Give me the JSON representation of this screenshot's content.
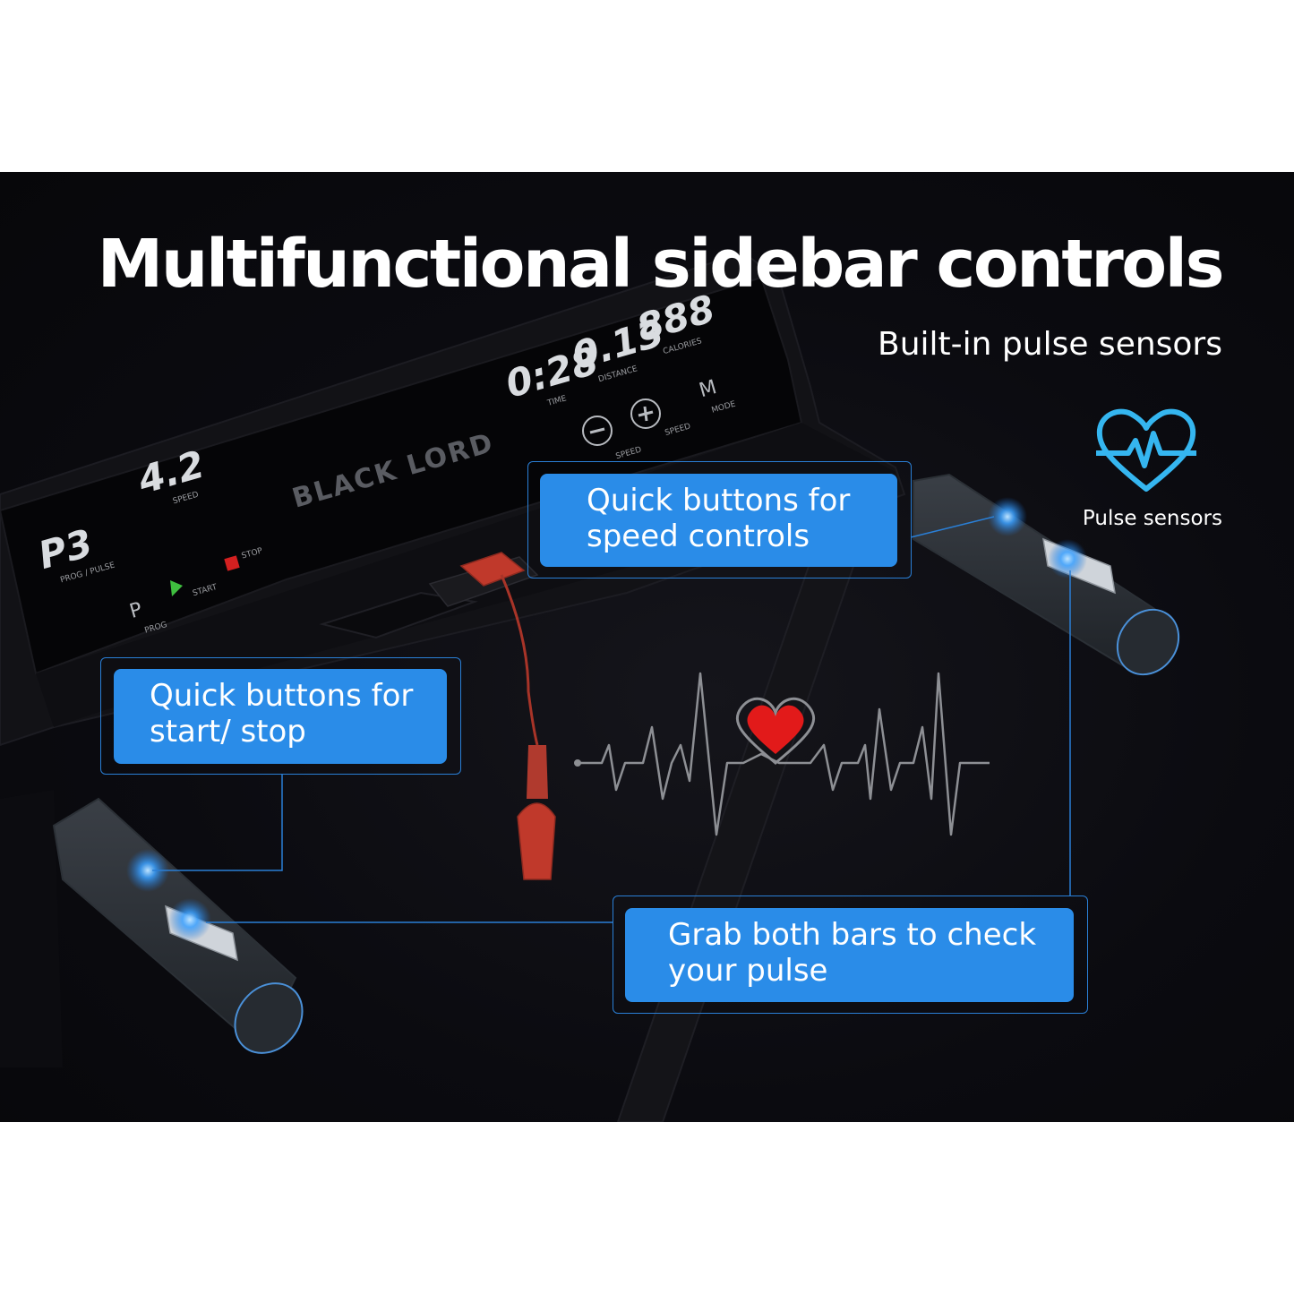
{
  "headline": "Multifunctional sidebar controls",
  "subheadline": "Built-in pulse sensors",
  "pulse_sensors_label": "Pulse sensors",
  "callouts": {
    "speed": {
      "line1": "Quick buttons for",
      "line2": "speed controls"
    },
    "start_stop": {
      "line1": "Quick buttons for",
      "line2": "start/ stop"
    },
    "pulse": {
      "line1": "Grab both bars to check",
      "line2": "your pulse"
    }
  },
  "console": {
    "brand": "BLACK LORD",
    "time_value": "0:28",
    "time_label": "TIME",
    "distance_value": "0.13",
    "distance_label": "DISTANCE",
    "calories_value": "888",
    "calories_label": "CALORIES",
    "speed_value": "4.2",
    "speed_label": "SPEED",
    "prog_value": "P3",
    "prog_label": "PROG / PULSE",
    "btn_minus_label": "SPEED",
    "btn_plus_label": "SPEED",
    "btn_mode_symbol": "M",
    "btn_mode_label": "MODE",
    "btn_prog_symbol": "P",
    "btn_prog_label": "PROG",
    "btn_start_label": "START",
    "btn_stop_label": "STOP"
  },
  "colors": {
    "callout_fill": "#2a8ce8",
    "callout_border": "#2a7fd6",
    "heart_red": "#e21a1a",
    "pulse_icon": "#35b6f0",
    "background": "#0b0b10"
  }
}
